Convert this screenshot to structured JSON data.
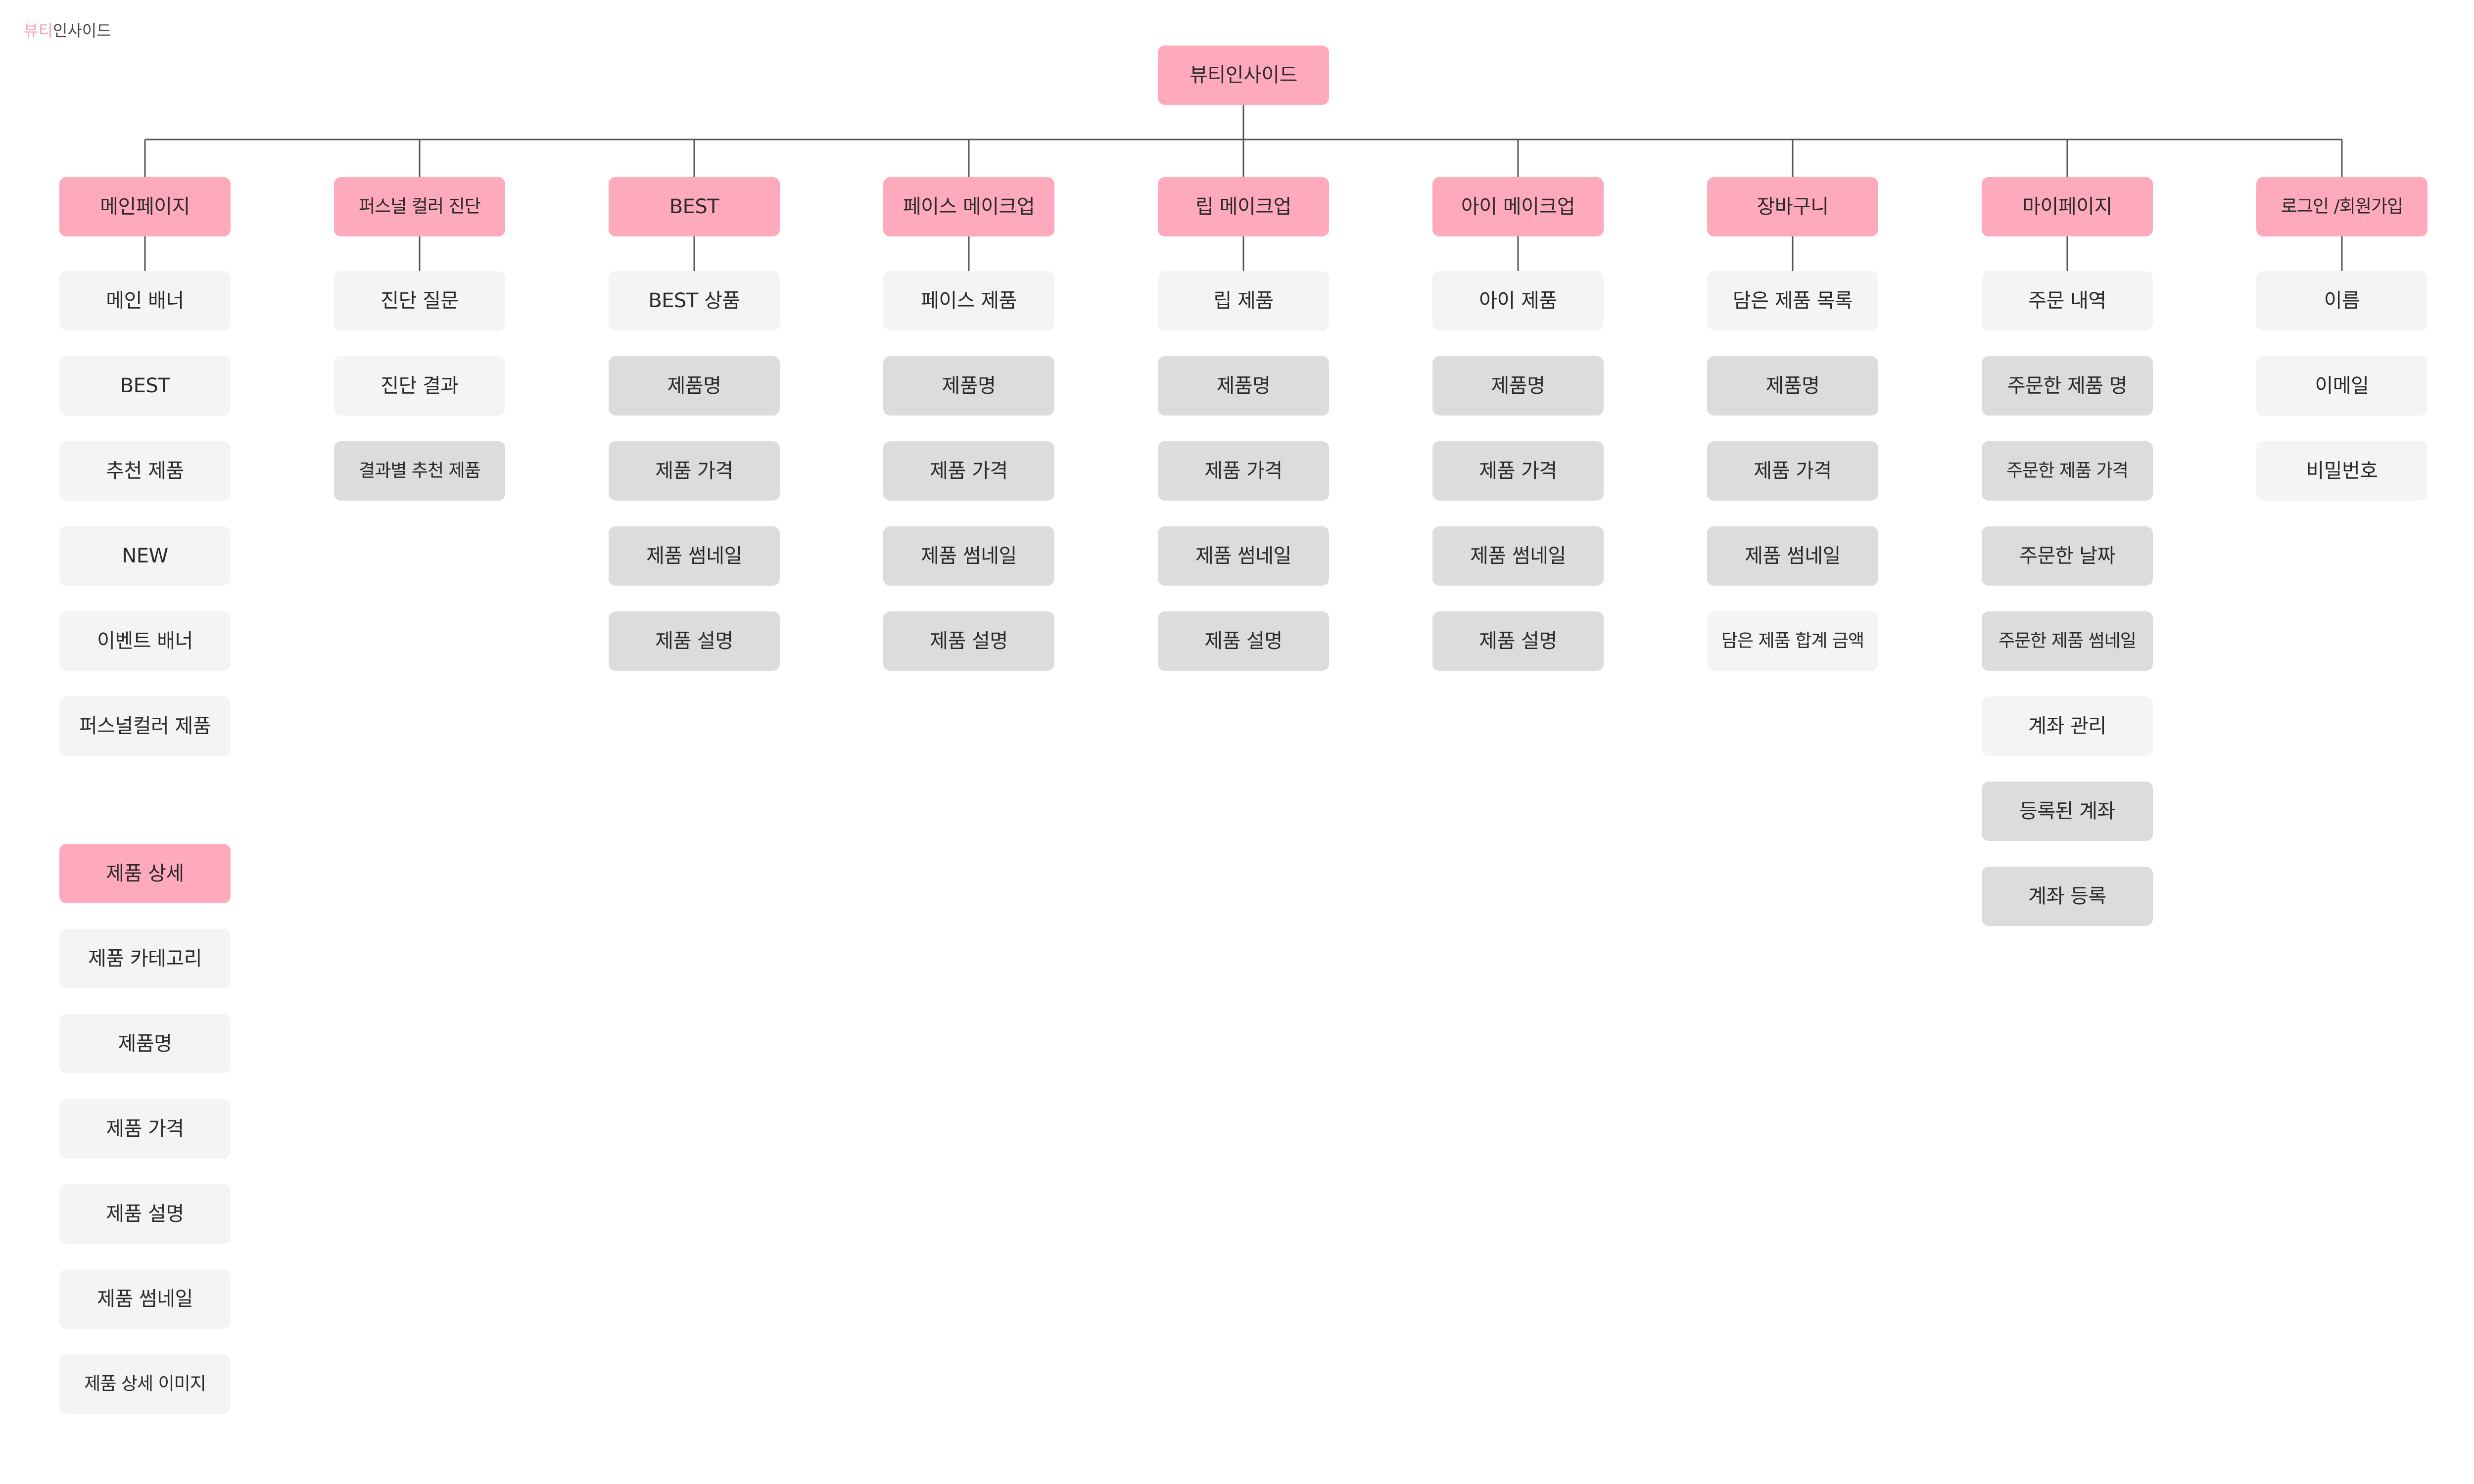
{
  "logo": {
    "part_pink": "뷰티",
    "part_dark": "인사이드"
  },
  "colors": {
    "primary": "#ffa9bd",
    "light": "#f4f4f4",
    "mid": "#dcdcdc",
    "line": "#555555"
  },
  "root": {
    "label": "뷰티인사이드",
    "style": "primary"
  },
  "sections": [
    {
      "id": "main",
      "label": "메인페이지",
      "items": [
        {
          "label": "메인 배너",
          "style": "light"
        },
        {
          "label": "BEST",
          "style": "light"
        },
        {
          "label": "추천 제품",
          "style": "light"
        },
        {
          "label": "NEW",
          "style": "light"
        },
        {
          "label": "이벤트 배너",
          "style": "light"
        },
        {
          "label": "퍼스널컬러 제품",
          "style": "light"
        }
      ],
      "sub_group": {
        "label": "제품 상세",
        "style": "primary",
        "items": [
          {
            "label": "제품 카테고리",
            "style": "light"
          },
          {
            "label": "제품명",
            "style": "light"
          },
          {
            "label": "제품 가격",
            "style": "light"
          },
          {
            "label": "제품 설명",
            "style": "light"
          },
          {
            "label": "제품 썸네일",
            "style": "light"
          },
          {
            "label": "제품 상세 이미지",
            "style": "light"
          }
        ]
      }
    },
    {
      "id": "personal",
      "label": "퍼스널 컬러 진단",
      "items": [
        {
          "label": "진단 질문",
          "style": "light"
        },
        {
          "label": "진단 결과",
          "style": "light"
        },
        {
          "label": "결과별 추천 제품",
          "style": "mid"
        }
      ]
    },
    {
      "id": "best",
      "label": "BEST",
      "items": [
        {
          "label": "BEST 상품",
          "style": "light"
        },
        {
          "label": "제품명",
          "style": "mid"
        },
        {
          "label": "제품 가격",
          "style": "mid"
        },
        {
          "label": "제품 썸네일",
          "style": "mid"
        },
        {
          "label": "제품 설명",
          "style": "mid"
        }
      ]
    },
    {
      "id": "face",
      "label": "페이스 메이크업",
      "items": [
        {
          "label": "페이스 제품",
          "style": "light"
        },
        {
          "label": "제품명",
          "style": "mid"
        },
        {
          "label": "제품 가격",
          "style": "mid"
        },
        {
          "label": "제품 썸네일",
          "style": "mid"
        },
        {
          "label": "제품 설명",
          "style": "mid"
        }
      ]
    },
    {
      "id": "lip",
      "label": "립 메이크업",
      "items": [
        {
          "label": "립 제품",
          "style": "light"
        },
        {
          "label": "제품명",
          "style": "mid"
        },
        {
          "label": "제품 가격",
          "style": "mid"
        },
        {
          "label": "제품 썸네일",
          "style": "mid"
        },
        {
          "label": "제품 설명",
          "style": "mid"
        }
      ]
    },
    {
      "id": "eye",
      "label": "아이 메이크업",
      "items": [
        {
          "label": "아이 제품",
          "style": "light"
        },
        {
          "label": "제품명",
          "style": "mid"
        },
        {
          "label": "제품 가격",
          "style": "mid"
        },
        {
          "label": "제품 썸네일",
          "style": "mid"
        },
        {
          "label": "제품 설명",
          "style": "mid"
        }
      ]
    },
    {
      "id": "cart",
      "label": "장바구니",
      "items": [
        {
          "label": "담은 제품 목록",
          "style": "light"
        },
        {
          "label": "제품명",
          "style": "mid"
        },
        {
          "label": "제품 가격",
          "style": "mid"
        },
        {
          "label": "제품 썸네일",
          "style": "mid"
        },
        {
          "label": "담은 제품 합계 금액",
          "style": "light"
        }
      ]
    },
    {
      "id": "mypage",
      "label": "마이페이지",
      "items": [
        {
          "label": "주문 내역",
          "style": "light"
        },
        {
          "label": "주문한 제품 명",
          "style": "mid"
        },
        {
          "label": "주문한 제품 가격",
          "style": "mid"
        },
        {
          "label": "주문한 날짜",
          "style": "mid"
        },
        {
          "label": "주문한 제품 썸네일",
          "style": "mid"
        },
        {
          "label": "계좌 관리",
          "style": "light"
        },
        {
          "label": "등록된 계좌",
          "style": "mid"
        },
        {
          "label": "계좌 등록",
          "style": "mid"
        }
      ]
    },
    {
      "id": "login",
      "label": "로그인 /회원가입",
      "items": [
        {
          "label": "이름",
          "style": "light"
        },
        {
          "label": "이메일",
          "style": "light"
        },
        {
          "label": "비밀번호",
          "style": "light"
        }
      ]
    }
  ]
}
